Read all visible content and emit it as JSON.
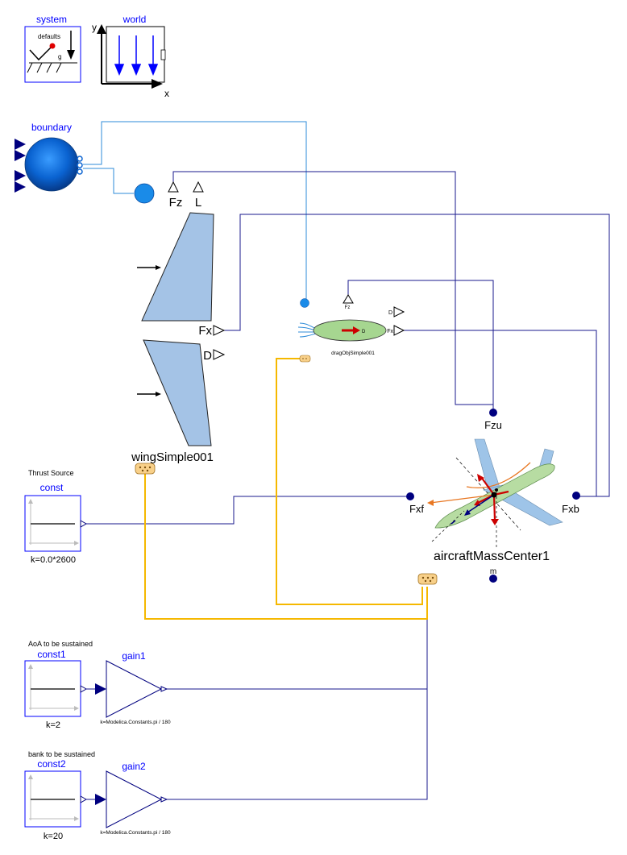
{
  "diagram": {
    "system": {
      "name": "system",
      "inner_label": "defaults",
      "g_label": "g"
    },
    "world": {
      "name": "world",
      "axis_x": "x",
      "axis_y": "y"
    },
    "boundary": {
      "name": "boundary"
    },
    "wing": {
      "name": "wingSimple001",
      "ports": {
        "fz": "Fz",
        "l": "L",
        "fx": "Fx",
        "d": "D"
      }
    },
    "drag": {
      "name": "dragObjSimple001",
      "ports": {
        "fz": "Fz",
        "d": "D",
        "fx": "Fx"
      },
      "arrow_label": "D"
    },
    "aircraft": {
      "name": "aircraftMassCenter1",
      "ports": {
        "fzu": "Fzu",
        "fxf": "Fxf",
        "fxb": "Fxb",
        "m": "m"
      }
    },
    "const": {
      "comment": "Thrust Source",
      "name": "const",
      "param": "k=0.0*2600"
    },
    "const1": {
      "comment": "AoA to be sustained",
      "name": "const1",
      "param": "k=2"
    },
    "const2": {
      "comment": "bank to be sustained",
      "name": "const2",
      "param": "k=20"
    },
    "gain1": {
      "name": "gain1",
      "param": "k=Modelica.Constants.pi / 180"
    },
    "gain2": {
      "name": "gain2",
      "param": "k=Modelica.Constants.pi / 180"
    },
    "colors": {
      "label_blue": "#0000ff",
      "connector_navy": "#00007f",
      "wire_navy": "#1a1a8c",
      "wire_lightblue": "#2e8bd8",
      "wire_orange": "#f5b800",
      "wing_fill": "#a4c3e6",
      "drag_fill": "#a6d690"
    }
  }
}
